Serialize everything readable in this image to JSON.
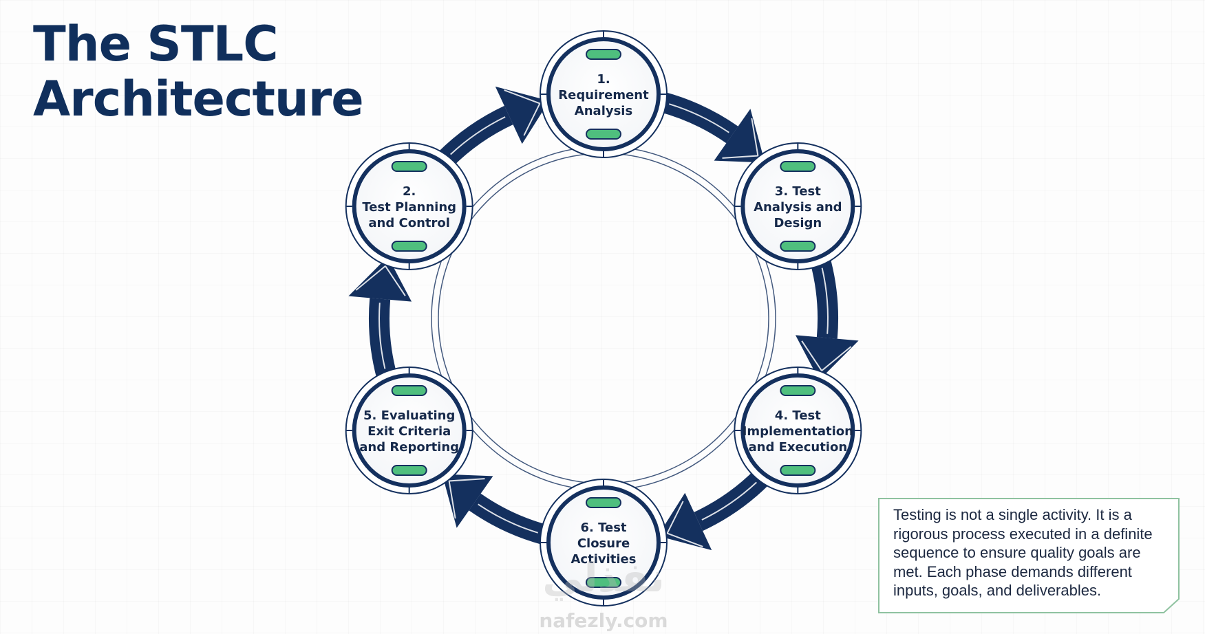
{
  "title": {
    "line1": "The STLC",
    "line2": "Architecture"
  },
  "phases": [
    {
      "lines": [
        "1.",
        "Requirement",
        "Analysis"
      ]
    },
    {
      "lines": [
        "2.",
        "Test Planning",
        "and Control"
      ]
    },
    {
      "lines": [
        "3. Test",
        "Analysis and",
        "Design"
      ]
    },
    {
      "lines": [
        "4. Test",
        "Implementation",
        "and Execution"
      ]
    },
    {
      "lines": [
        "5. Evaluating",
        "Exit Criteria",
        "and Reporting"
      ]
    },
    {
      "lines": [
        "6. Test",
        "Closure",
        "Activities"
      ]
    }
  ],
  "info_text": "Testing is not a single activity. It is a rigorous process executed in a definite sequence to ensure quality goals are met. Each phase demands different inputs, goals, and deliverables.",
  "watermark": {
    "arabic": "نفذلي",
    "url": "nafezly.com"
  },
  "colors": {
    "navy": "#14305e",
    "title": "#102f5c",
    "green": "#4fbf7e",
    "box_border": "#8fc2a0"
  }
}
